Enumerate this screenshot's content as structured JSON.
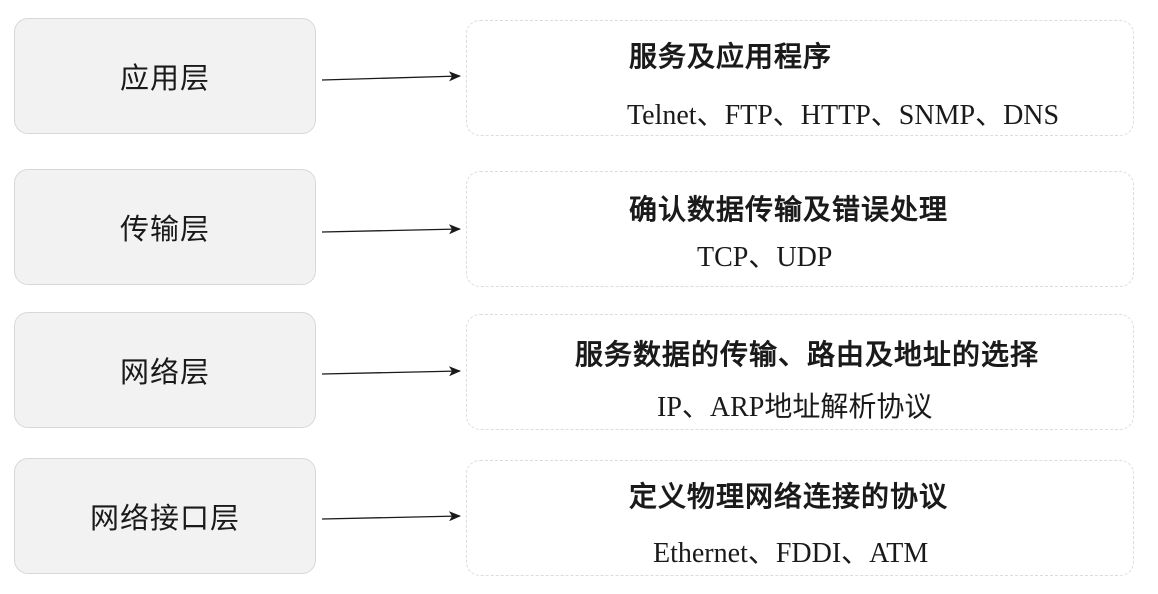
{
  "layers": [
    {
      "name": "应用层",
      "title": "服务及应用程序",
      "protocols": "Telnet、FTP、HTTP、SNMP、DNS"
    },
    {
      "name": "传输层",
      "title": "确认数据传输及错误处理",
      "protocols": "TCP、UDP"
    },
    {
      "name": "网络层",
      "title": "服务数据的传输、路由及地址的选择",
      "protocols": "IP、ARP地址解析协议"
    },
    {
      "name": "网络接口层",
      "title": "定义物理网络连接的协议",
      "protocols": "Ethernet、FDDI、ATM"
    }
  ],
  "colors": {
    "layer_fill": "#f2f2f2",
    "layer_border": "#d8d8d8",
    "desc_border": "#dcdcdc",
    "arrow": "#1a1a1a",
    "text": "#1a1a1a"
  }
}
